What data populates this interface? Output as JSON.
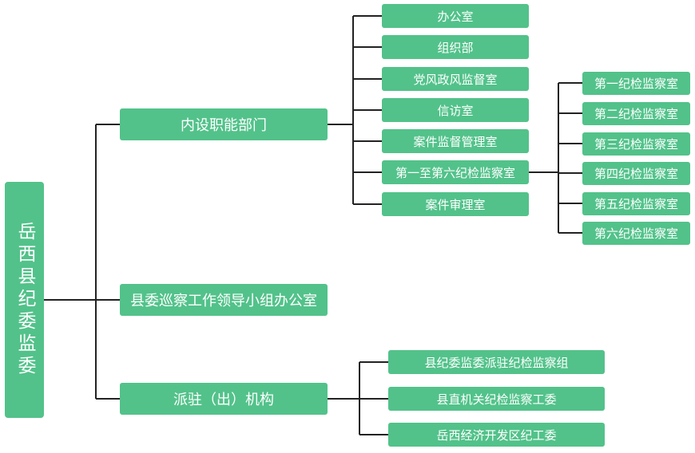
{
  "root": {
    "label": "岳西县纪委监委"
  },
  "level1": [
    {
      "label": "内设职能部门"
    },
    {
      "label": "县委巡察工作领导小组办公室"
    },
    {
      "label": "派驻（出）机构"
    }
  ],
  "departments": [
    {
      "label": "办公室"
    },
    {
      "label": "组织部"
    },
    {
      "label": "党风政风监督室"
    },
    {
      "label": "信访室"
    },
    {
      "label": "案件监督管理室"
    },
    {
      "label": "第一至第六纪检监察室"
    },
    {
      "label": "案件审理室"
    }
  ],
  "inspection_offices": [
    {
      "label": "第一纪检监察室"
    },
    {
      "label": "第二纪检监察室"
    },
    {
      "label": "第三纪检监察室"
    },
    {
      "label": "第四纪检监察室"
    },
    {
      "label": "第五纪检监察室"
    },
    {
      "label": "第六纪检监察室"
    }
  ],
  "stationed": [
    {
      "label": "县纪委监委派驻纪检监察组"
    },
    {
      "label": "县直机关纪检监察工委"
    },
    {
      "label": "岳西经济开发区纪工委"
    }
  ],
  "colors": {
    "node_fill": "#52c28a",
    "node_text": "#ffffff",
    "connector": "#222222"
  }
}
